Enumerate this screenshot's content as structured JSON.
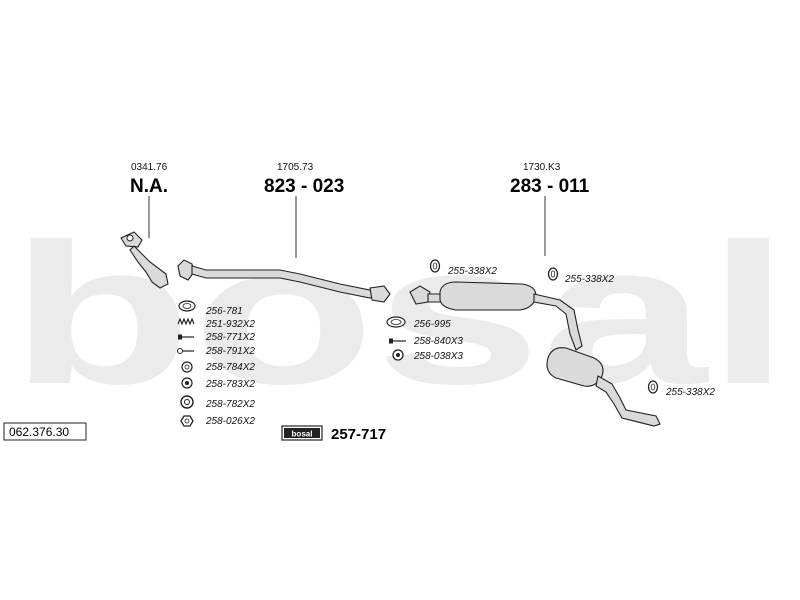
{
  "reference_number": "062.376.30",
  "groups": [
    {
      "code": "0341.76",
      "part": "N.A."
    },
    {
      "code": "1705.73",
      "part": "823 - 023"
    },
    {
      "code": "1730.K3",
      "part": "283 - 011"
    }
  ],
  "fittings_left": [
    {
      "label": "256-781",
      "icon": "flange-gasket-icon"
    },
    {
      "label": "251-932X2",
      "icon": "spring-icon"
    },
    {
      "label": "258-771X2",
      "icon": "bolt-icon"
    },
    {
      "label": "258-791X2",
      "icon": "bolt-icon"
    },
    {
      "label": "258-784X2",
      "icon": "washer-icon"
    },
    {
      "label": "258-783X2",
      "icon": "washer-icon"
    },
    {
      "label": "258-782X2",
      "icon": "nut-icon"
    },
    {
      "label": "258-026X2",
      "icon": "hex-nut-icon"
    }
  ],
  "fittings_middle": [
    {
      "label": "256-995",
      "icon": "ring-gasket-icon"
    },
    {
      "label": "258-840X3",
      "icon": "bolt-icon"
    },
    {
      "label": "258-038X3",
      "icon": "nut-icon"
    }
  ],
  "hangers": [
    {
      "label": "255-338X2",
      "icon": "rubber-hanger-icon"
    },
    {
      "label": "255-338X2",
      "icon": "rubber-hanger-icon"
    },
    {
      "label": "255-338X2",
      "icon": "rubber-hanger-icon"
    }
  ],
  "mounting_kit": {
    "label": "257-717",
    "logo": "bosal"
  },
  "watermark": "bosal"
}
